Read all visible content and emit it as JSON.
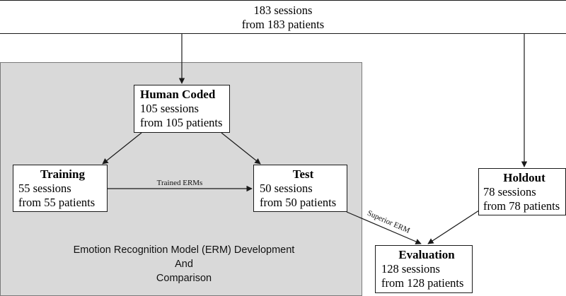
{
  "source": {
    "line1": "183 sessions",
    "line2": "from 183 patients"
  },
  "human_coded": {
    "title": "Human Coded",
    "line1": "105 sessions",
    "line2": "from 105 patients"
  },
  "training": {
    "title": "Training",
    "line1": "55 sessions",
    "line2": "from 55 patients"
  },
  "test": {
    "title": "Test",
    "line1": "50 sessions",
    "line2": "from 50 patients"
  },
  "holdout": {
    "title": "Holdout",
    "line1": "78 sessions",
    "line2": "from 78 patients"
  },
  "evaluation": {
    "title": "Evaluation",
    "line1": "128 sessions",
    "line2": "from 128 patients"
  },
  "edges": {
    "trained": "Trained ERMs",
    "superior": "Superior ERM"
  },
  "region": {
    "line1": "Emotion Recognition Model (ERM) Development",
    "line2": "And",
    "line3": "Comparison"
  }
}
